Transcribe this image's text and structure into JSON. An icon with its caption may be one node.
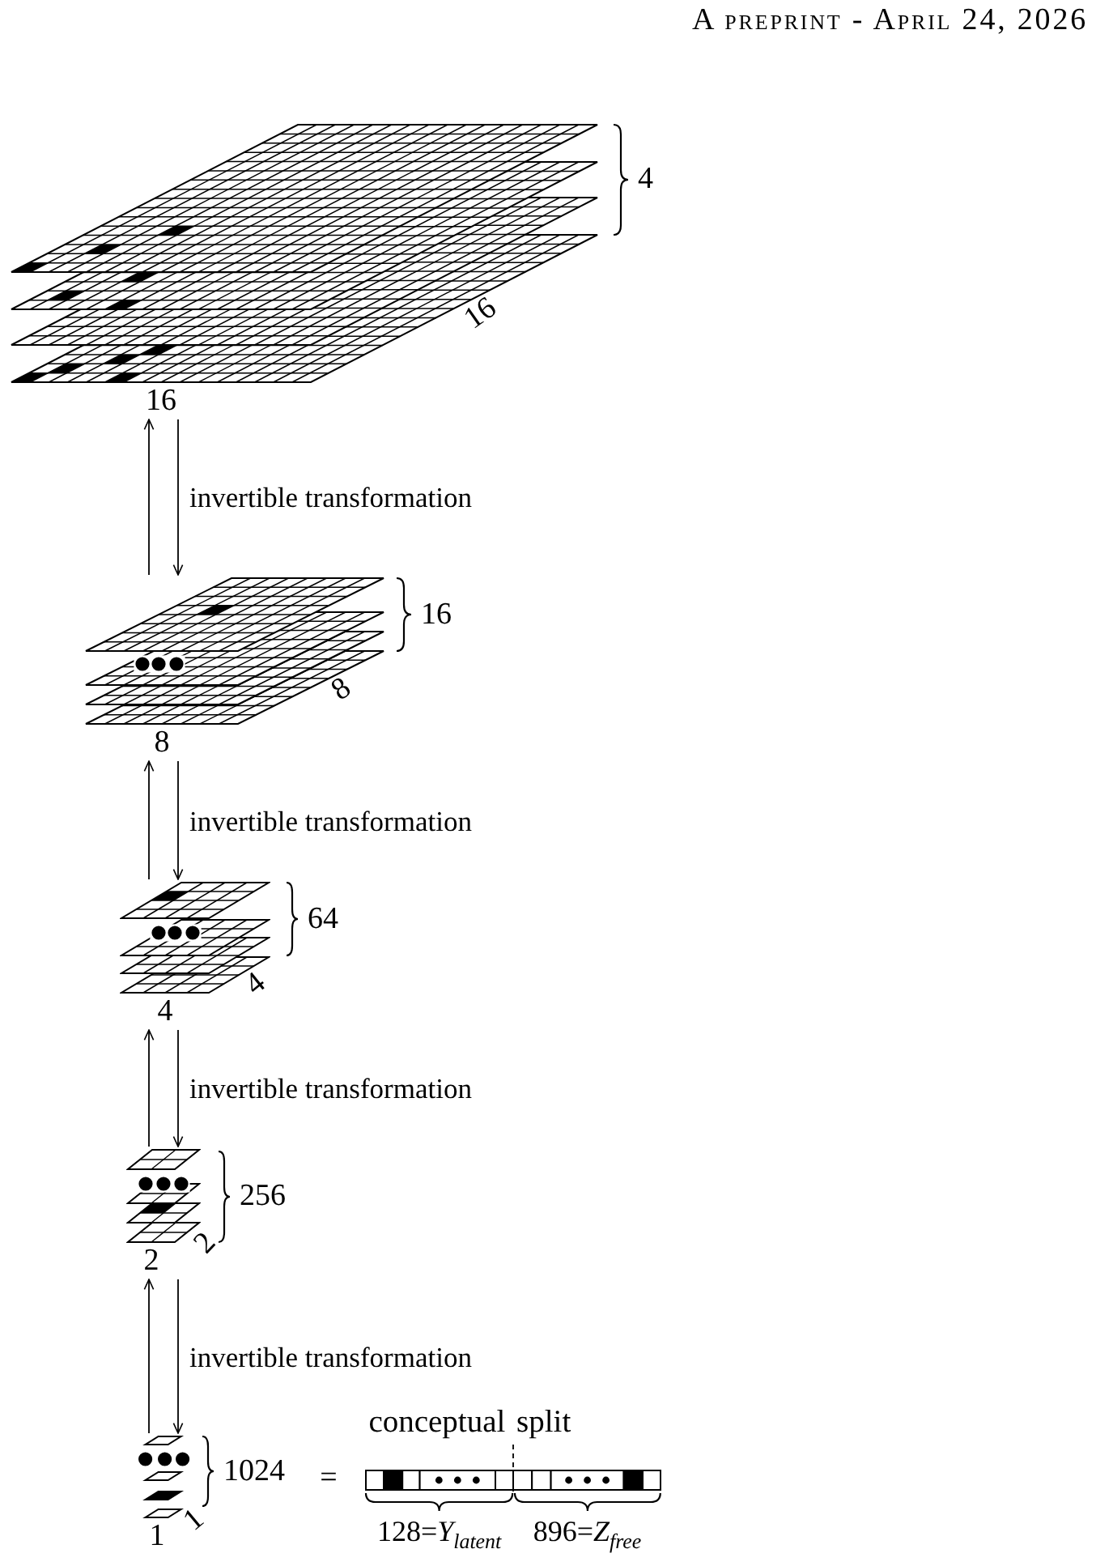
{
  "diagram": {
    "nodes": [
      {
        "text": [
          "16",
          "16"
        ],
        "beside": [
          "4"
        ]
      },
      {
        "text": [
          "8",
          "8"
        ],
        "beside": [
          "16"
        ]
      },
      {
        "text": [
          "4",
          "4"
        ],
        "beside": [
          "64"
        ]
      },
      {
        "text": [
          "2",
          "2"
        ],
        "beside": [
          "256"
        ]
      },
      {
        "text": [
          "1",
          "1"
        ],
        "beside": [
          "1024"
        ]
      },
      {
        "text": [],
        "shape": "bar",
        "beside": [
          "conceptual split",
          "128=*Y*$_{latent}$",
          "896=*Z*$_{free}$"
        ]
      }
    ],
    "edges": [
      {
        "from": 1,
        "to": 0,
        "arrow": "to"
      },
      {
        "from": 0,
        "to": 1,
        "arrow": "to",
        "label": "invertible transformation"
      },
      {
        "from": 2,
        "to": 1,
        "arrow": "to"
      },
      {
        "from": 1,
        "to": 2,
        "arrow": "to",
        "label": "invertible transformation"
      },
      {
        "from": 3,
        "to": 2,
        "arrow": "to"
      },
      {
        "from": 2,
        "to": 3,
        "arrow": "to",
        "label": "invertible transformation"
      },
      {
        "from": 4,
        "to": 3,
        "arrow": "to"
      },
      {
        "from": 3,
        "to": 4,
        "arrow": "to",
        "label": "invertible transformation"
      }
    ],
    "labels": [
      "A preprint - April 24, 2026",
      "="
    ]
  }
}
